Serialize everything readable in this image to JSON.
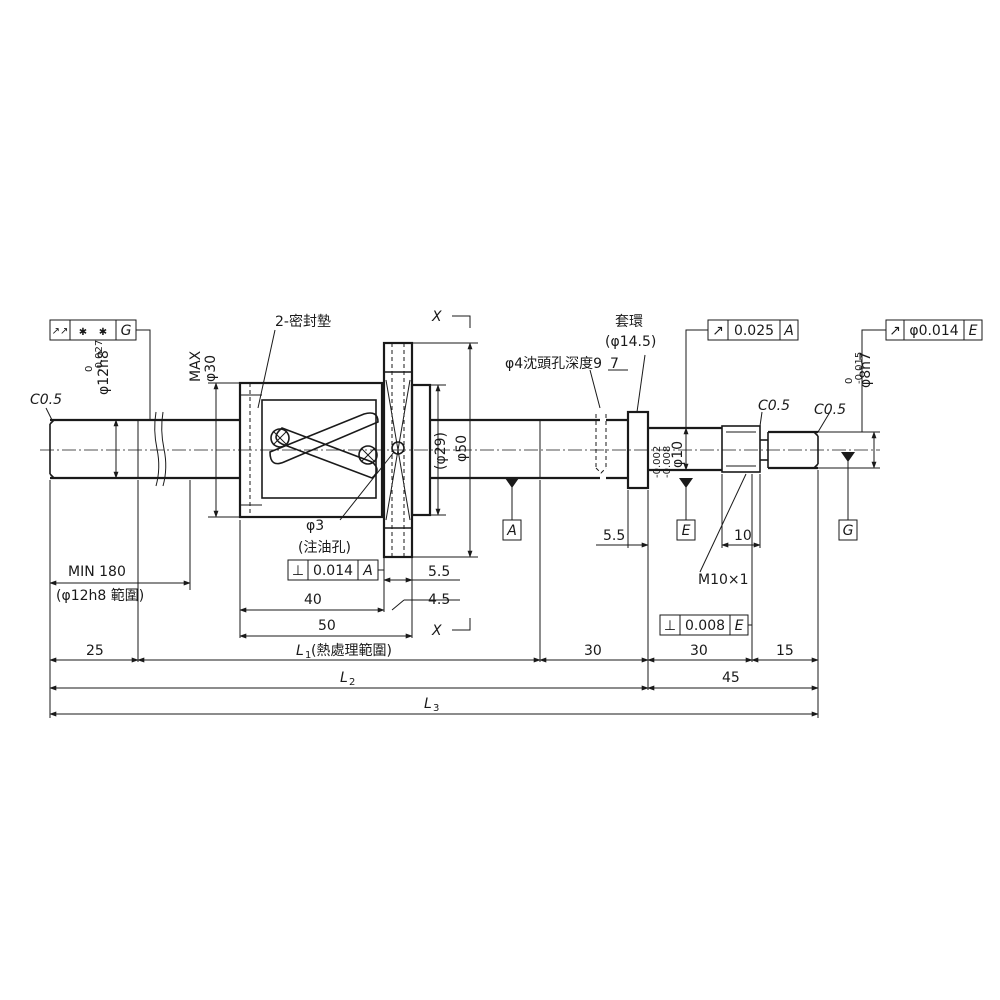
{
  "labels": {
    "chamfer_left": "C0.5",
    "shaft_dia": "φ12h8",
    "shaft_tol_top": "0",
    "shaft_tol_bot": "-0.027",
    "max_dia_1": "MAX",
    "max_dia_2": "φ30",
    "seal": "2-密封墊",
    "x_top": "X",
    "x_bottom": "X",
    "collar": "套環",
    "collar_dia": "(φ14.5)",
    "counterbore": "φ4沈頭孔深度9",
    "counterbore_offset": "7",
    "flange_inner": "(φ29)",
    "flange_outer": "φ50",
    "oil_hole_dia": "φ3",
    "oil_hole": "(注油孔)",
    "bearing_dia": "φ10",
    "bearing_tol_top": "-0.002",
    "bearing_tol_bot": "-0.008",
    "end_dia": "φ8h7",
    "end_tol_top": "0",
    "end_tol_bot": "-0.015",
    "chamfer_r1": "C0.5",
    "chamfer_r2": "C0.5",
    "thread": "M10×1",
    "min_len_1": "MIN 180",
    "min_len_2": "(φ12h8 範圍)",
    "d_40": "40",
    "d_50": "50",
    "d_5_5": "5.5",
    "d_4_5": "4.5",
    "d_5_5b": "5.5",
    "d_10": "10",
    "d_25": "25",
    "d_l1_main": "L",
    "d_l1_sub": "1",
    "d_l1_note": "(熱處理範圍)",
    "d_30a": "30",
    "d_30b": "30",
    "d_15": "15",
    "d_l2_main": "L",
    "d_l2_sub": "2",
    "d_45": "45",
    "d_l3_main": "L",
    "d_l3_sub": "3"
  },
  "datums": {
    "a": "A",
    "e": "E",
    "g": "G"
  },
  "fcf": {
    "runout_g": {
      "symbol": "↗↗",
      "value1": "✱",
      "value2": "✱",
      "datum": "G"
    },
    "runout_a": {
      "symbol": "↗",
      "value": "0.025",
      "datum": "A"
    },
    "runout_e": {
      "symbol": "↗",
      "value": "φ0.014",
      "datum": "E"
    },
    "perp_a": {
      "symbol": "⊥",
      "value": "0.014",
      "datum": "A"
    },
    "perp_e": {
      "symbol": "⊥",
      "value": "0.008",
      "datum": "E"
    }
  }
}
